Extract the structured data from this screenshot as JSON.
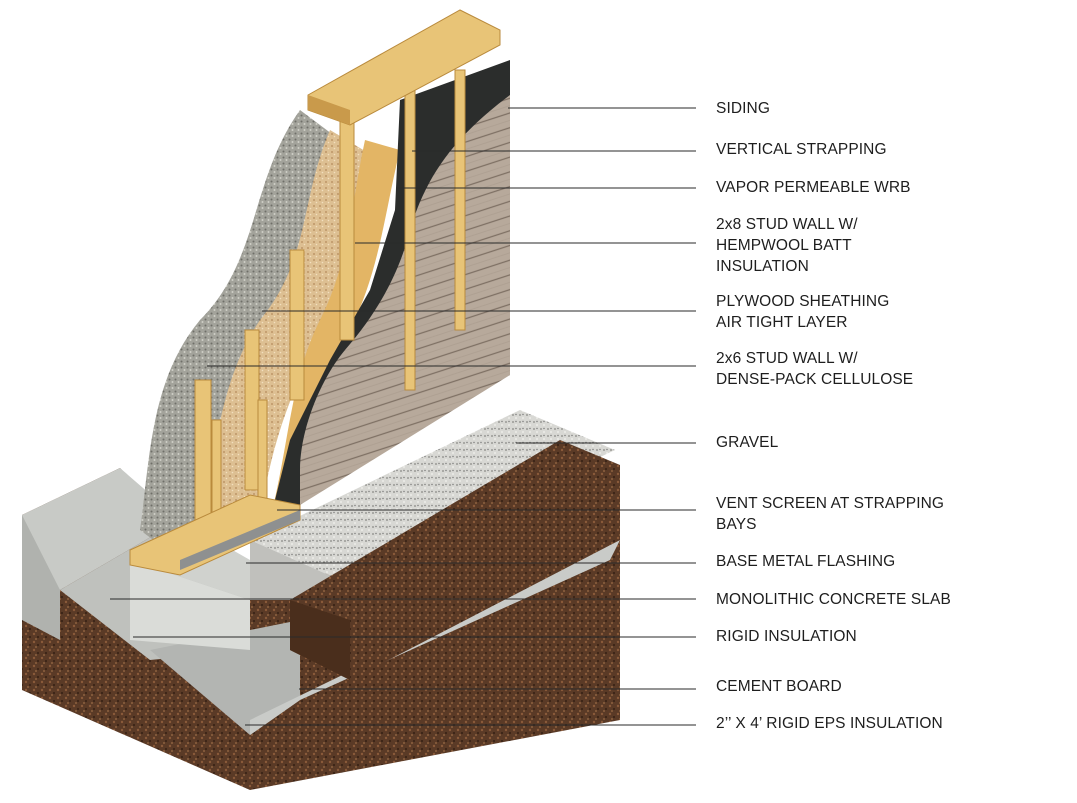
{
  "labels": [
    {
      "lines": [
        "SIDING"
      ]
    },
    {
      "lines": [
        "VERTICAL STRAPPING"
      ]
    },
    {
      "lines": [
        "VAPOR PERMEABLE WRB"
      ]
    },
    {
      "lines": [
        "2x8 STUD WALL W/",
        "HEMPWOOL BATT",
        "INSULATION"
      ]
    },
    {
      "lines": [
        "PLYWOOD SHEATHING",
        "AIR TIGHT LAYER"
      ]
    },
    {
      "lines": [
        "2x6 STUD WALL W/",
        "DENSE-PACK CELLULOSE"
      ]
    },
    {
      "lines": [
        "GRAVEL"
      ]
    },
    {
      "lines": [
        "VENT SCREEN AT STRAPPING",
        "BAYS"
      ]
    },
    {
      "lines": [
        "BASE METAL FLASHING"
      ]
    },
    {
      "lines": [
        "MONOLITHIC CONCRETE SLAB"
      ]
    },
    {
      "lines": [
        "RIGID INSULATION"
      ]
    },
    {
      "lines": [
        "CEMENT BOARD"
      ]
    },
    {
      "lines": [
        "2’’ X 4’ RIGID EPS INSULATION"
      ]
    }
  ],
  "colors": {
    "leader_line": "#2a2a2a",
    "label_text": "#1e1e1e",
    "wood": "#e8c477",
    "wood_dark": "#b98a3c",
    "hempwool": "#9a9a92",
    "cellulose": "#d9b98c",
    "membrane": "#2b2d2c",
    "siding": "#b5a79a",
    "gravel": "#d6d6d2",
    "soil": "#5a3a26",
    "concrete": "#c6c8c4",
    "cement_board": "#b3b5b2"
  }
}
